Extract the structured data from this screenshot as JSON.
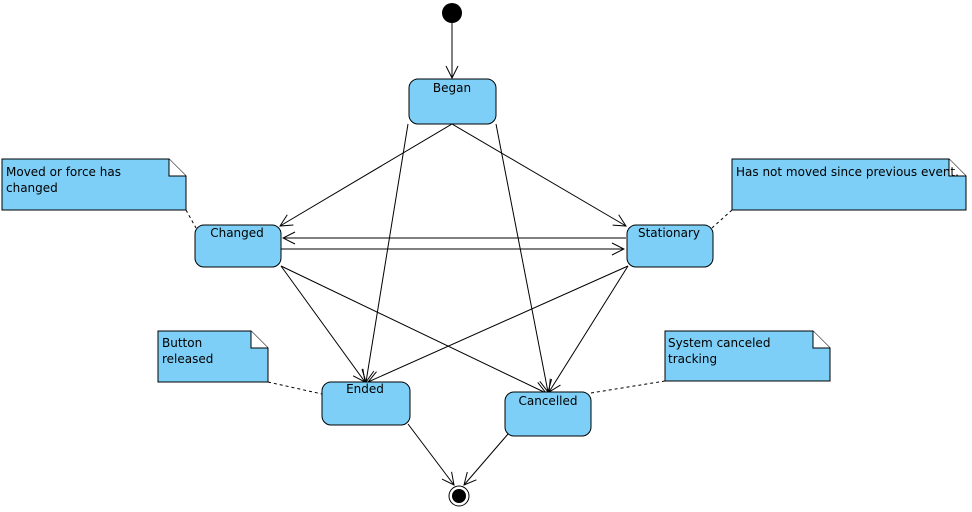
{
  "colors": {
    "state_fill": "#7dcff7",
    "note_fill": "#7dcff7",
    "stroke": "#000000"
  },
  "states": {
    "began": "Began",
    "changed": "Changed",
    "stationary": "Stationary",
    "ended": "Ended",
    "cancelled": "Cancelled"
  },
  "notes": {
    "changed": [
      "Moved or force has",
      "changed"
    ],
    "stationary": [
      "Has not moved since previous event."
    ],
    "ended": [
      "Button",
      "released"
    ],
    "cancelled": [
      "System canceled",
      "tracking"
    ]
  },
  "transitions": [
    {
      "from": "initial",
      "to": "began"
    },
    {
      "from": "began",
      "to": "changed"
    },
    {
      "from": "began",
      "to": "stationary"
    },
    {
      "from": "began",
      "to": "ended"
    },
    {
      "from": "began",
      "to": "cancelled"
    },
    {
      "from": "changed",
      "to": "stationary"
    },
    {
      "from": "stationary",
      "to": "changed"
    },
    {
      "from": "changed",
      "to": "ended"
    },
    {
      "from": "changed",
      "to": "cancelled"
    },
    {
      "from": "stationary",
      "to": "ended"
    },
    {
      "from": "stationary",
      "to": "cancelled"
    },
    {
      "from": "ended",
      "to": "final"
    },
    {
      "from": "cancelled",
      "to": "final"
    }
  ]
}
